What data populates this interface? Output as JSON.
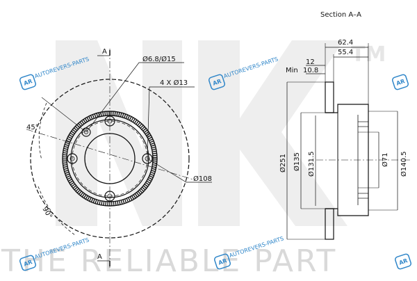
{
  "section_title": "Section A–A",
  "section_marker": "A",
  "brand": {
    "logo_text": "NK",
    "trademark": "TM",
    "tagline": "THE RELIABLE PART"
  },
  "watermark": {
    "text": "AUTOREVERS-PARTS",
    "badge": "AR",
    "color": "#2f86c9"
  },
  "front_view": {
    "hole_callout": "Ø6.8/Ø15",
    "bolt_callout": "4 X Ø13",
    "pcd": "Ø108",
    "angle_45": "45°",
    "angle_90": "90°"
  },
  "section_view": {
    "total_height": "62.4",
    "hub_height": "55.4",
    "thickness": "12",
    "min_thickness_label": "Min",
    "min_thickness": "10.8",
    "outer_diameter": "Ø251",
    "diameter_135": "Ø135",
    "diameter_131_5": "Ø131.5",
    "center_bore": "Ø71",
    "diameter_140_5": "Ø140.5"
  }
}
